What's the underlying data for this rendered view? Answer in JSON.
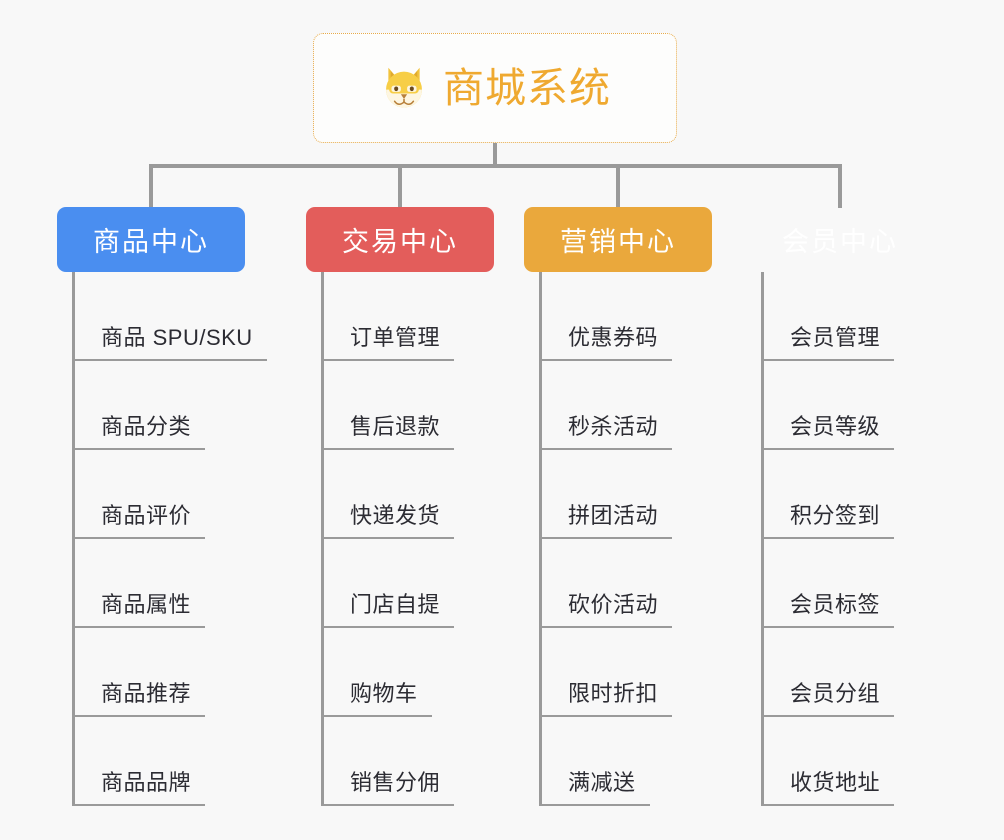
{
  "root": {
    "title": "商城系统",
    "icon": "shiba-inu-icon",
    "border_color": "#e8ab4a",
    "text_color": "#efa930",
    "background": "#fdfdfc"
  },
  "canvas": {
    "background": "#f8f8f8",
    "line_color": "#9a9a9a"
  },
  "columns": [
    {
      "header": "商品中心",
      "color": "#4a8ef0",
      "items": [
        "商品 SPU/SKU",
        "商品分类",
        "商品评价",
        "商品属性",
        "商品推荐",
        "商品品牌"
      ]
    },
    {
      "header": "交易中心",
      "color": "#e35d5b",
      "items": [
        "订单管理",
        "售后退款",
        "快递发货",
        "门店自提",
        "购物车",
        "销售分佣"
      ]
    },
    {
      "header": "营销中心",
      "color": "#eaa83c",
      "items": [
        "优惠券码",
        "秒杀活动",
        "拼团活动",
        "砍价活动",
        "限时折扣",
        "满减送"
      ]
    },
    {
      "header": "会员中心",
      "color": "#77c council",
      "items": [
        "会员管理",
        "会员等级",
        "积分签到",
        "会员标签",
        "会员分组",
        "收货地址"
      ]
    }
  ]
}
